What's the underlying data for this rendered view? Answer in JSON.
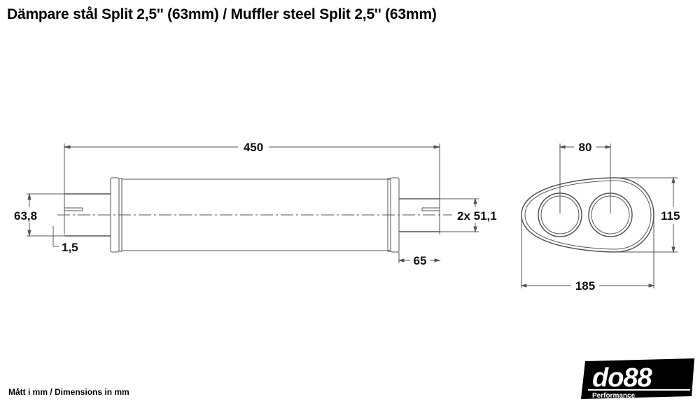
{
  "title": "Dämpare stål Split 2,5'' (63mm) / Muffler steel Split 2,5'' (63mm)",
  "footer": "Mått i mm / Dimensions in mm",
  "dimensions": {
    "overall_length": "450",
    "inlet_outer_diameter": "63,8",
    "wall_thickness": "1,5",
    "outlet_diameter": "2x 51,1",
    "outlet_length": "65",
    "tip_spacing": "80",
    "body_height": "115",
    "body_width": "185"
  },
  "logo": {
    "brand": "do88",
    "subtitle": "Performance"
  },
  "colors": {
    "line": "#555555",
    "text": "#000000",
    "background": "#ffffff"
  }
}
